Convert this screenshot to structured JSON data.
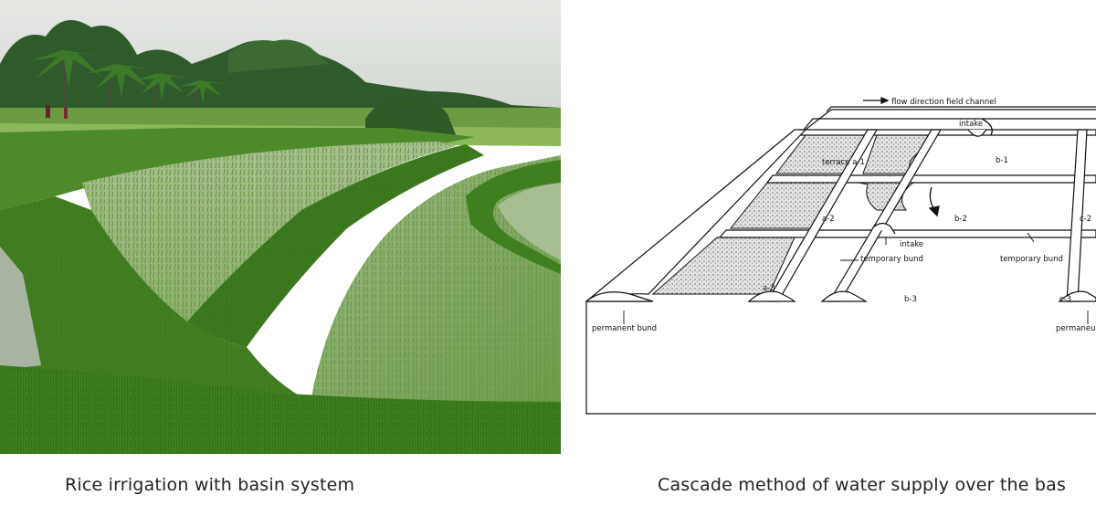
{
  "captions": {
    "left": "Rice irrigation with basin system",
    "right": "Cascade method of water supply over the bas"
  },
  "diagram": {
    "labels": {
      "flow": "flow direction field channel",
      "intake_top": "intake",
      "terrace_a1": "terrace a-1",
      "b1": "b-1",
      "a2": "a-2",
      "b2": "b-2",
      "c2": "c-2",
      "intake_mid": "intake",
      "temp_bund_left": "temporary bund",
      "temp_bund_right": "temporary bund",
      "a3": "a-3",
      "b3": "b-3",
      "c3": "c-3",
      "perm_bund_left": "permanent bund",
      "perm_bund_right": "permaneu"
    }
  },
  "colors": {
    "sky": "#d9ddd9",
    "grass_dark": "#3f7d23",
    "grass_light": "#7fb43e",
    "water": "#b9c7b4",
    "ink": "#111111"
  }
}
